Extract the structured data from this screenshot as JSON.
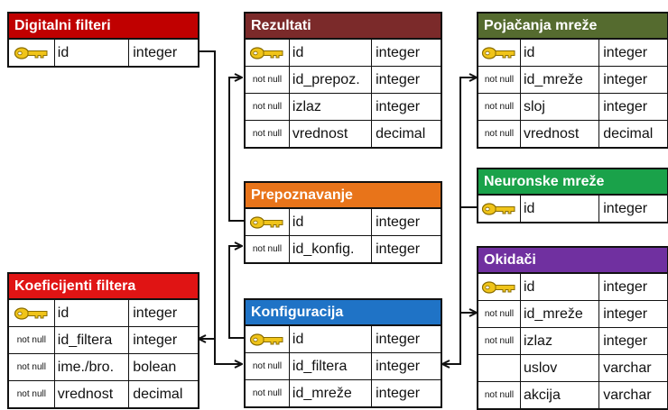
{
  "colors": {
    "digitalni": "#c00000",
    "rezultati": "#7b2a2a",
    "pojacanja": "#556b2f",
    "neuronske": "#1aa24a",
    "prepoznavanje": "#e8741a",
    "koeficijenti": "#e01414",
    "konfiguracija": "#1f73c6",
    "okidaci": "#7030a0",
    "key": "#f0c419"
  },
  "tables": {
    "digitalni": {
      "title": "Digitalni filteri",
      "rows": [
        {
          "c1": "",
          "key": true,
          "c2": "id",
          "c3": "integer"
        }
      ]
    },
    "rezultati": {
      "title": "Rezultati",
      "rows": [
        {
          "c1": "",
          "key": true,
          "c2": "id",
          "c3": "integer"
        },
        {
          "c1": "not null",
          "key": false,
          "c2": "id_prepoz.",
          "c3": "integer"
        },
        {
          "c1": "not null",
          "key": false,
          "c2": "izlaz",
          "c3": "integer"
        },
        {
          "c1": "not null",
          "key": false,
          "c2": "vrednost",
          "c3": "decimal"
        }
      ]
    },
    "pojacanja": {
      "title": "Pojačanja mreže",
      "rows": [
        {
          "c1": "",
          "key": true,
          "c2": "id",
          "c3": "integer"
        },
        {
          "c1": "not null",
          "key": false,
          "c2": "id_mreže",
          "c3": "integer"
        },
        {
          "c1": "not null",
          "key": false,
          "c2": "sloj",
          "c3": "integer"
        },
        {
          "c1": "not null",
          "key": false,
          "c2": "vrednost",
          "c3": "decimal"
        }
      ]
    },
    "neuronske": {
      "title": "Neuronske mreže",
      "rows": [
        {
          "c1": "",
          "key": true,
          "c2": "id",
          "c3": "integer"
        }
      ]
    },
    "prepoznavanje": {
      "title": "Prepoznavanje",
      "rows": [
        {
          "c1": "",
          "key": true,
          "c2": "id",
          "c3": "integer"
        },
        {
          "c1": "not null",
          "key": false,
          "c2": "id_konfig.",
          "c3": "integer"
        }
      ]
    },
    "koeficijenti": {
      "title": "Koeficijenti filtera",
      "rows": [
        {
          "c1": "",
          "key": true,
          "c2": "id",
          "c3": "integer"
        },
        {
          "c1": "not null",
          "key": false,
          "c2": "id_filtera",
          "c3": "integer"
        },
        {
          "c1": "not null",
          "key": false,
          "c2": "ime./bro.",
          "c3": "bolean"
        },
        {
          "c1": "not null",
          "key": false,
          "c2": "vrednost",
          "c3": "decimal"
        }
      ]
    },
    "konfiguracija": {
      "title": "Konfiguracija",
      "rows": [
        {
          "c1": "",
          "key": true,
          "c2": "id",
          "c3": "integer"
        },
        {
          "c1": "not null",
          "key": false,
          "c2": "id_filtera",
          "c3": "integer"
        },
        {
          "c1": "not null",
          "key": false,
          "c2": "id_mreže",
          "c3": "integer"
        }
      ]
    },
    "okidaci": {
      "title": "Okidači",
      "rows": [
        {
          "c1": "",
          "key": true,
          "c2": "id",
          "c3": "integer"
        },
        {
          "c1": "not null",
          "key": false,
          "c2": "id_mreže",
          "c3": "integer"
        },
        {
          "c1": "not null",
          "key": false,
          "c2": "izlaz",
          "c3": "integer"
        },
        {
          "c1": "",
          "key": false,
          "c2": "uslov",
          "c3": "varchar"
        },
        {
          "c1": "not null",
          "key": false,
          "c2": "akcija",
          "c3": "varchar"
        }
      ]
    }
  },
  "relationships": [
    {
      "from": "digitalni",
      "to": "koeficijenti"
    },
    {
      "from": "digitalni",
      "to": "konfiguracija"
    },
    {
      "from": "prepoznavanje",
      "to": "rezultati"
    },
    {
      "from": "konfiguracija",
      "to": "prepoznavanje"
    },
    {
      "from": "neuronske",
      "to": "pojacanja"
    },
    {
      "from": "neuronske",
      "to": "okidaci"
    },
    {
      "from": "neuronske",
      "to": "konfiguracija"
    }
  ]
}
